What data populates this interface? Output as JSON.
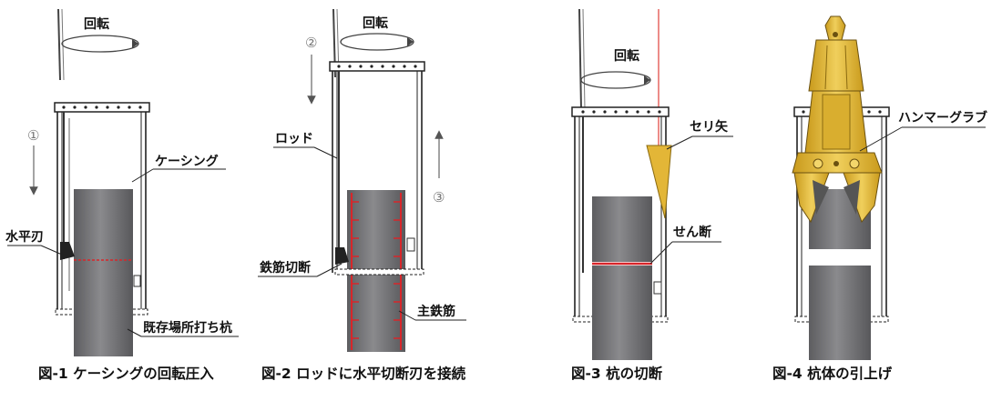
{
  "figures": [
    {
      "caption": "図-1 ケーシングの回転圧入",
      "labels": {
        "rotation": "回転",
        "step": "①",
        "casing": "ケーシング",
        "blade": "水平刃",
        "pile": "既存場所打ち杭"
      }
    },
    {
      "caption": "図-2 ロッドに水平切断刃を接続",
      "labels": {
        "rotation": "回転",
        "step_down": "②",
        "step_up": "③",
        "rod": "ロッド",
        "rebar_cut": "鉄筋切断",
        "main_rebar": "主鉄筋"
      }
    },
    {
      "caption": "図-3 杭の切断",
      "labels": {
        "rotation": "回転",
        "wedge": "セリ矢",
        "shear": "せん断"
      }
    },
    {
      "caption": "図-4 杭体の引上げ",
      "labels": {
        "hammer_grab": "ハンマーグラブ"
      }
    }
  ],
  "colors": {
    "concrete": "#6b6b6e",
    "rebar": "#d8262a",
    "grab": "#e3bd3a",
    "casing_line": "#222222"
  }
}
